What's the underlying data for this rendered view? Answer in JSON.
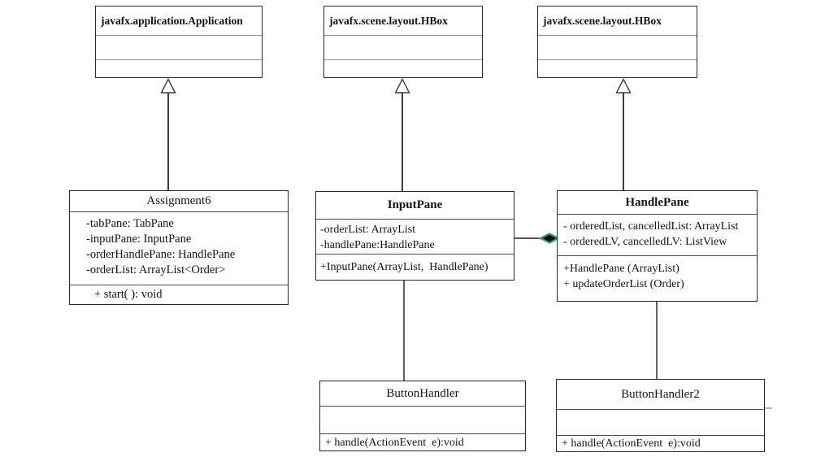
{
  "diagram": {
    "type": "uml-class-diagram",
    "colors": {
      "background": "#ffffff",
      "box_border": "#2a2a2a",
      "separator_gray": "#8f8f8f",
      "line": "#1c1c1c",
      "diamond_fill": "#0c0c0c",
      "diamond_stroke": "#2f9e78"
    },
    "classes": [
      {
        "name": "javafx.application.Application",
        "attributes": [],
        "methods": []
      },
      {
        "name": "javafx.scene.layout.HBox",
        "attributes": [],
        "methods": []
      },
      {
        "name": "javafx.scene.layout.HBox",
        "attributes": [],
        "methods": []
      },
      {
        "name": "Assignment6",
        "attributes": [
          "-tabPane: TabPane",
          "-inputPane: InputPane",
          "-orderHandlePane: HandlePane",
          "-orderList: ArrayList<Order>"
        ],
        "methods": [
          "+ start( ): void"
        ]
      },
      {
        "name": "InputPane",
        "attributes": [
          "-orderList: ArrayList",
          "-handlePane:HandlePane"
        ],
        "methods": [
          "+InputPane(ArrayList,  HandlePane)"
        ]
      },
      {
        "name": "HandlePane",
        "attributes": [
          "- orderedList, cancelledList: ArrayList",
          "- orderedLV, cancelledLV: ListView"
        ],
        "methods": [
          "+HandlePane (ArrayList)",
          "+ updateOrderList (Order)"
        ]
      },
      {
        "name": "ButtonHandler",
        "attributes": [],
        "methods": [
          "+ handle(ActionEvent  e):void"
        ]
      },
      {
        "name": "ButtonHandler2",
        "attributes": [],
        "methods": [
          "+ handle(ActionEvent  e):void"
        ]
      }
    ],
    "relationships": [
      {
        "type": "inheritance",
        "from": "Assignment6",
        "to": "javafx.application.Application"
      },
      {
        "type": "inheritance",
        "from": "InputPane",
        "to": "javafx.scene.layout.HBox"
      },
      {
        "type": "inheritance",
        "from": "HandlePane",
        "to": "javafx.scene.layout.HBox"
      },
      {
        "type": "composition",
        "from": "InputPane",
        "to": "HandlePane"
      },
      {
        "type": "association",
        "from": "InputPane",
        "to": "ButtonHandler"
      },
      {
        "type": "association",
        "from": "HandlePane",
        "to": "ButtonHandler2"
      }
    ]
  }
}
